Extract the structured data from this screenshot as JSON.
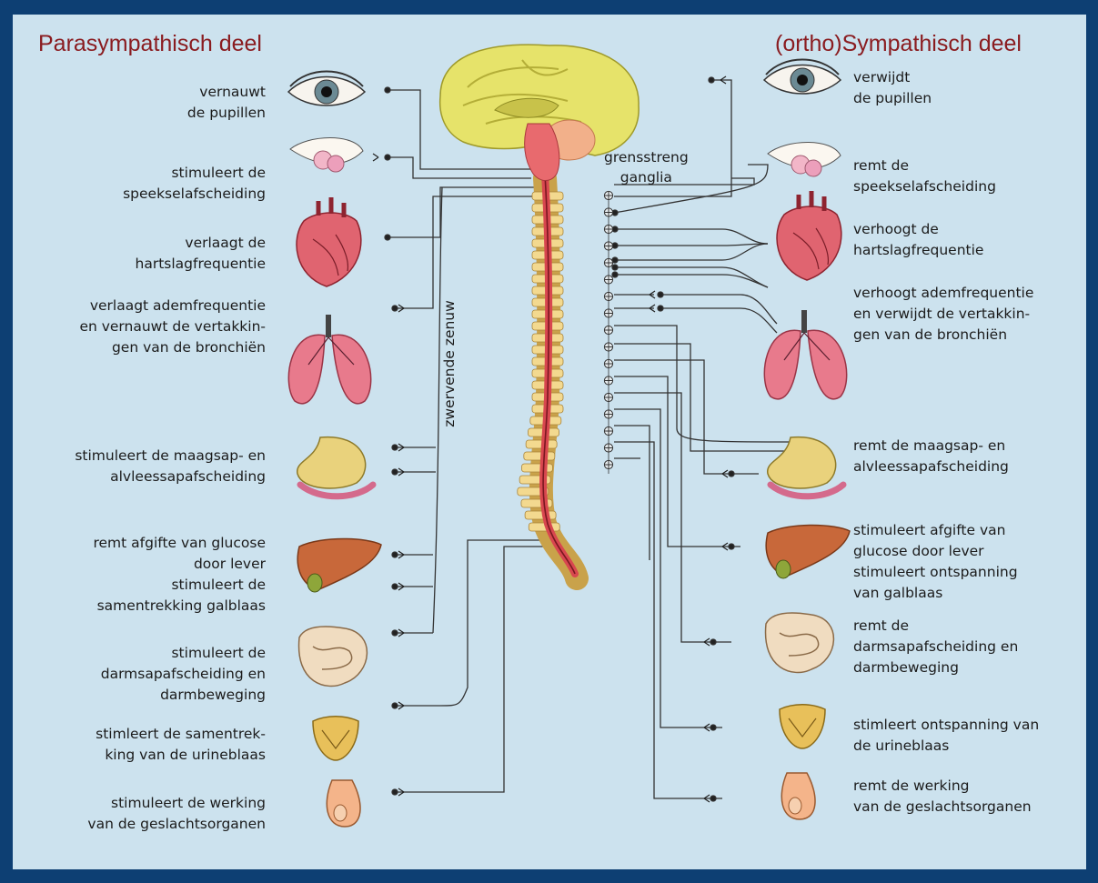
{
  "titles": {
    "left": "Parasympathisch deel",
    "right": "(ortho)Sympathisch deel"
  },
  "center": {
    "ganglia": "grensstreng\nganglia",
    "vagus": "zwervende zenuw"
  },
  "left_labels": [
    "vernauwt\nde pupillen",
    "stimuleert de\nspeekselafscheiding",
    "verlaagt de\nhartslagfrequentie",
    "verlaagt ademfrequentie\nen vernauwt de vertakkin-\ngen van de bronchiën",
    "stimuleert de maagsap- en\nalvleessapafscheiding",
    "remt afgifte van glucose\ndoor  lever\nstimuleert de\nsamentrekking  galblaas",
    "stimuleert de\ndarmsapafscheiding en\ndarmbeweging",
    "stimleert de samentrek-\nking van de urineblaas",
    "stimuleert de werking\nvan de geslachtsorganen"
  ],
  "right_labels": [
    "verwijdt\nde pupillen",
    "remt de\nspeekselafscheiding",
    "verhoogt de\nhartslagfrequentie",
    "verhoogt ademfrequentie\nen verwijdt de vertakkin-\ngen van de bronchiën",
    "remt de maagsap- en\nalvleessapafscheiding",
    "stimuleert afgifte van\nglucose door  lever\nstimuleert ontspanning\nvan  galblaas",
    "remt de\ndarmsapafscheiding en\ndarmbeweging",
    "stimleert ontspanning van\nde urineblaas",
    "remt de werking\nvan de geslachtsorganen"
  ],
  "organs": [
    "eye",
    "salivary-gland",
    "heart",
    "lungs",
    "stomach",
    "liver",
    "intestine",
    "bladder",
    "genitals"
  ],
  "colors": {
    "title": "#8a1c20",
    "background": "#cce2ee",
    "frame": "#0d3f73",
    "nerve": "#333333",
    "brain": "#e6e36a",
    "spinal_cord": "#d8474f",
    "vertebra": "#f3d98f",
    "organ_red": "#e06470"
  }
}
